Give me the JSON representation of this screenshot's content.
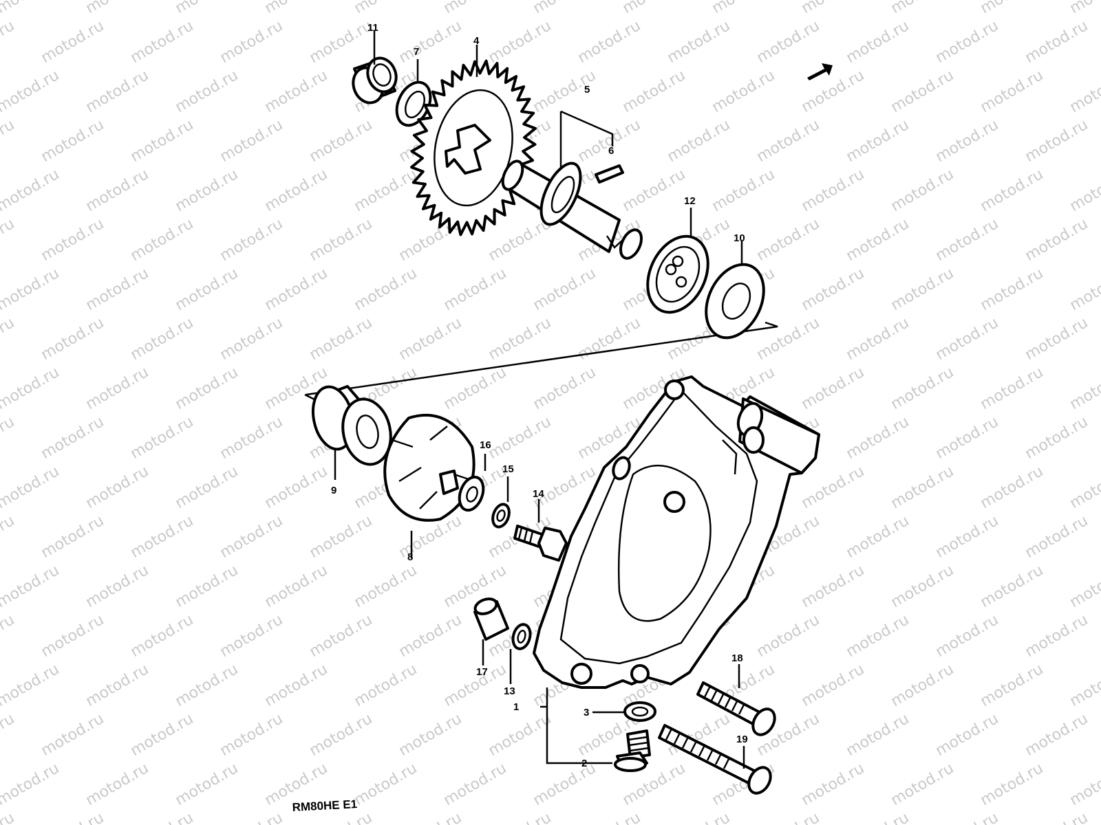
{
  "watermark": "motod.ru",
  "diagram_code": "RM80HE E1",
  "callouts": [
    "1",
    "2",
    "3",
    "4",
    "5",
    "6",
    "7",
    "8",
    "9",
    "10",
    "11",
    "12",
    "13",
    "14",
    "15",
    "16",
    "17",
    "18",
    "19"
  ]
}
